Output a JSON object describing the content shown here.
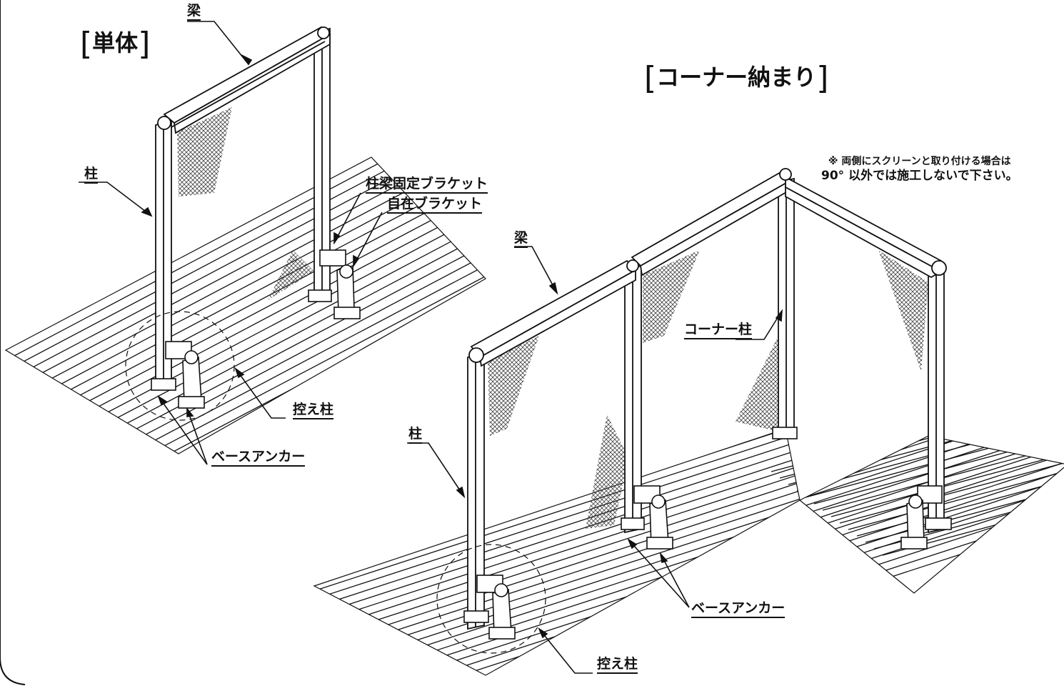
{
  "single": {
    "title": "単体",
    "labels": {
      "beam": "梁",
      "column": "柱",
      "beam_bracket": "柱梁固定ブラケット",
      "free_bracket": "自在ブラケット",
      "support_column": "控え柱",
      "base_anchor": "ベースアンカー"
    }
  },
  "corner": {
    "title": "コーナー納まり",
    "note_line1": "※ 両側にスクリーンと取り付ける場合は",
    "note_line2": "90° 以外では施工しないで下さい。",
    "labels": {
      "beam": "梁",
      "column": "柱",
      "corner_column": "コーナー柱",
      "support_column": "控え柱",
      "base_anchor": "ベースアンカー"
    }
  },
  "colors": {
    "line": "#111111",
    "paper": "#ffffff",
    "mesh": "#555555"
  }
}
